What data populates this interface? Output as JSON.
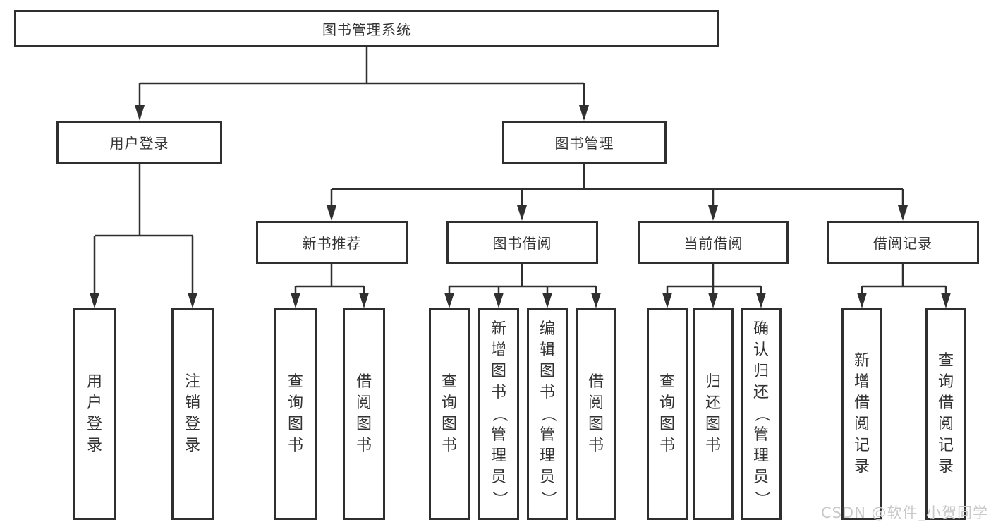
{
  "tree": {
    "label": "图书管理系统",
    "children": [
      {
        "label": "用户登录",
        "children": [
          {
            "label": "用户登录"
          },
          {
            "label": "注销登录"
          }
        ]
      },
      {
        "label": "图书管理",
        "children": [
          {
            "label": "新书推荐",
            "children": [
              {
                "label": "查询图书"
              },
              {
                "label": "借阅图书"
              }
            ]
          },
          {
            "label": "图书借阅",
            "children": [
              {
                "label": "查询图书"
              },
              {
                "label": "新增图书（管理员）"
              },
              {
                "label": "编辑图书（管理员）"
              },
              {
                "label": "借阅图书"
              }
            ]
          },
          {
            "label": "当前借阅",
            "children": [
              {
                "label": "查询图书"
              },
              {
                "label": "归还图书"
              },
              {
                "label": "确认归还（管理员）"
              }
            ]
          },
          {
            "label": "借阅记录",
            "children": [
              {
                "label": "新增借阅记录"
              },
              {
                "label": "查询借阅记录"
              }
            ]
          }
        ]
      }
    ]
  },
  "watermark": {
    "text": "CSDN @软件_小贺同学"
  },
  "colors": {
    "line": "#303030",
    "box_border": "#2f2f2f",
    "box_bg": "#ffffff",
    "text": "#333333",
    "watermark": "#c9c9c9"
  }
}
